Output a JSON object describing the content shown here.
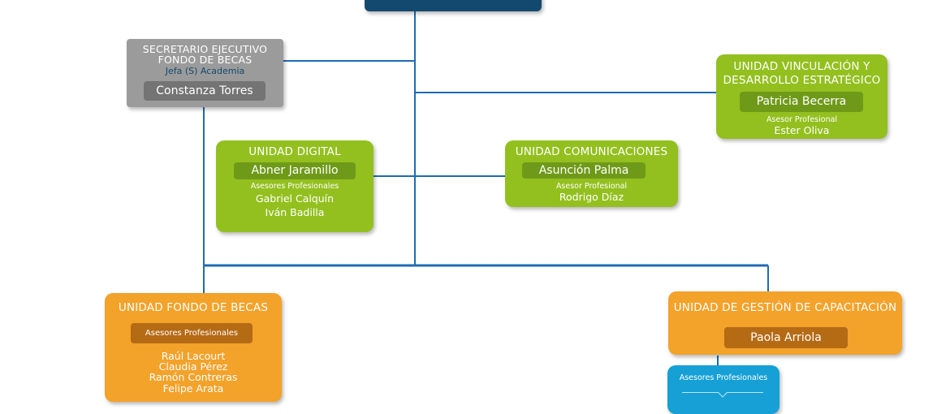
{
  "colors": {
    "line": "#1f6bb3",
    "green": "#93c01f",
    "green_dark": "#6f9a19",
    "gray": "#9b9b9b",
    "gray_dark": "#747474",
    "orange": "#f3a22a",
    "orange_dark": "#b56a14",
    "blue": "#16a0d6",
    "navy": "#14496f"
  },
  "secretario": {
    "title_line1": "SECRETARIO EJECUTIVO",
    "title_line2": "FONDO DE BECAS",
    "subtitle": "Jefa (S) Academia",
    "name": "Constanza Torres"
  },
  "vinculacion": {
    "title_line1": "UNIDAD VINCULACIÓN  Y",
    "title_line2": "DESARROLLO ESTRATÉGICO",
    "name": "Patricia Becerra",
    "role": "Asesor Profesional",
    "people": [
      "Ester Oliva"
    ]
  },
  "digital": {
    "title": "UNIDAD DIGITAL",
    "name": "Abner Jaramillo",
    "role": "Asesores Profesionales",
    "people": [
      "Gabriel Calquín",
      "Iván Badilla"
    ]
  },
  "comunicaciones": {
    "title": "UNIDAD COMUNICACIONES",
    "name": "Asunción Palma",
    "role": "Asesor Profesional",
    "people": [
      "Rodrigo Díaz"
    ]
  },
  "fondo_becas": {
    "title": "UNIDAD FONDO DE BECAS",
    "role": "Asesores Profesionales",
    "people": [
      "Raúl Lacourt",
      "Claudia Pérez",
      "Ramón Contreras",
      "Felipe Arata"
    ]
  },
  "capacitacion": {
    "title": "UNIDAD DE GESTIÓN DE CAPACITACIÓN",
    "name": "Paola Arriola"
  },
  "asesores_box": {
    "role": "Asesores Profesionales"
  }
}
